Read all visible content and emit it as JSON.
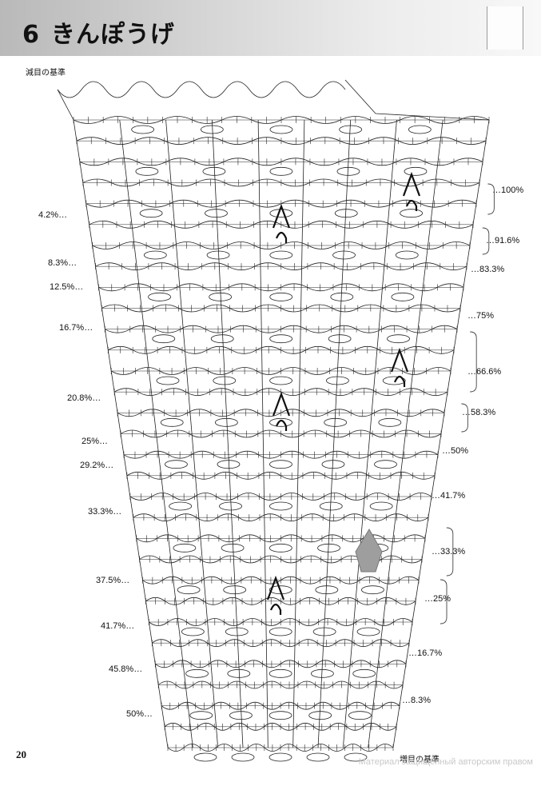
{
  "header": {
    "number": "6",
    "title": "きんぽうげ"
  },
  "labels": {
    "decrease_reference": "減目の基準",
    "increase_reference": "増目の基準"
  },
  "left_percentages": [
    "4.2%…",
    "8.3%…",
    "12.5%…",
    "16.7%…",
    "20.8%…",
    "25%…",
    "29.2%…",
    "33.3%…",
    "37.5%…",
    "41.7%…",
    "45.8%…",
    "50%…"
  ],
  "right_percentages": [
    "…100%",
    "…91.6%",
    "…83.3%",
    "…75%",
    "…66.6%",
    "…58.3%",
    "…50%",
    "…41.7%",
    "…33.3%",
    "…25%",
    "…16.7%",
    "…8.3%"
  ],
  "footer": {
    "page_number": "20",
    "watermark": "Материал защищённый авторским правом"
  }
}
